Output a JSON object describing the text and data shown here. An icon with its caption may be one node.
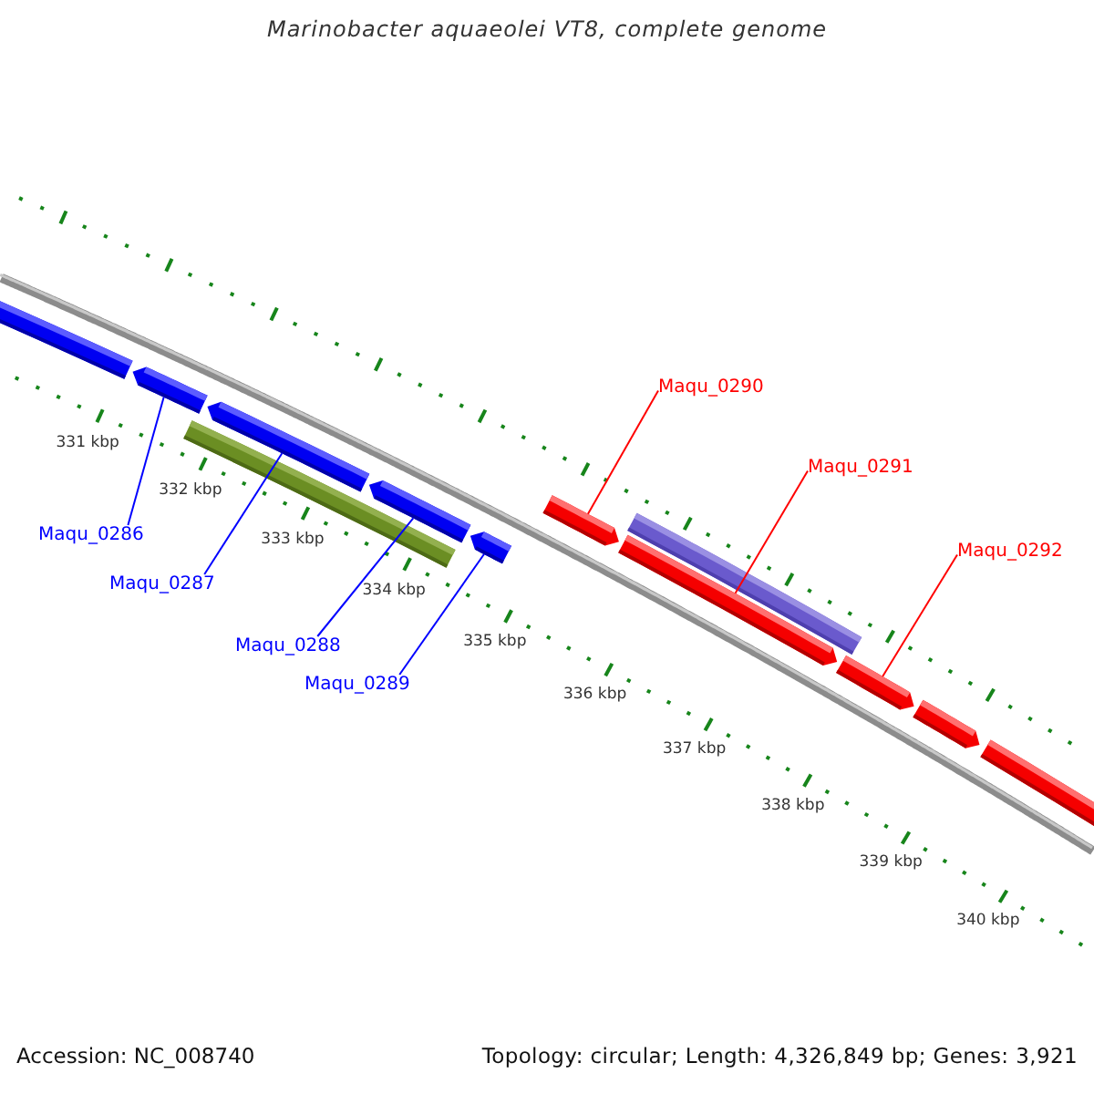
{
  "diagram": {
    "title": "Marinobacter aquaeolei VT8, complete genome",
    "nodes": [
      {
        "text": [],
        "shape": "pentagon"
      },
      {
        "text": [],
        "shape": "pentagon"
      },
      {
        "text": [],
        "shape": "pentagon"
      },
      {
        "text": [],
        "shape": "pentagon"
      },
      {
        "text": [],
        "shape": "pentagon"
      },
      {
        "text": [],
        "shape": "bar"
      },
      {
        "text": [],
        "shape": "pentagon"
      },
      {
        "text": [],
        "shape": "bar"
      },
      {
        "text": [],
        "shape": "pentagon"
      },
      {
        "text": [],
        "shape": "pentagon"
      },
      {
        "text": [],
        "shape": "pentagon"
      },
      {
        "text": [],
        "shape": "pentagon"
      },
      {
        "text": [
          "Maqu_0286"
        ]
      },
      {
        "text": [
          "Maqu_0287"
        ]
      },
      {
        "text": [
          "Maqu_0288"
        ]
      },
      {
        "text": [
          "Maqu_0289"
        ]
      },
      {
        "text": [
          "Maqu_0290"
        ]
      },
      {
        "text": [
          "Maqu_0291"
        ]
      },
      {
        "text": [
          "Maqu_0292"
        ]
      }
    ],
    "edges": [
      {
        "from": 12,
        "to": 1,
        "arrow": "none"
      },
      {
        "from": 13,
        "to": 2,
        "arrow": "none"
      },
      {
        "from": 14,
        "to": 3,
        "arrow": "none"
      },
      {
        "from": 15,
        "to": 4,
        "arrow": "none"
      },
      {
        "from": 16,
        "to": 6,
        "arrow": "none",
        "color": "#ff0000"
      },
      {
        "from": 17,
        "to": 8,
        "arrow": "none",
        "color": "#ff0000"
      },
      {
        "from": 18,
        "to": 9,
        "arrow": "none",
        "color": "#ff0000"
      }
    ],
    "labels": [
      "331 kbp",
      "332 kbp",
      "333 kbp",
      "334 kbp",
      "335 kbp",
      "336 kbp",
      "337 kbp",
      "338 kbp",
      "339 kbp",
      "340 kbp",
      "Accession: NC_008740",
      "Topology: circular; Length: 4,326,849 bp; Genes: 3,921"
    ]
  }
}
